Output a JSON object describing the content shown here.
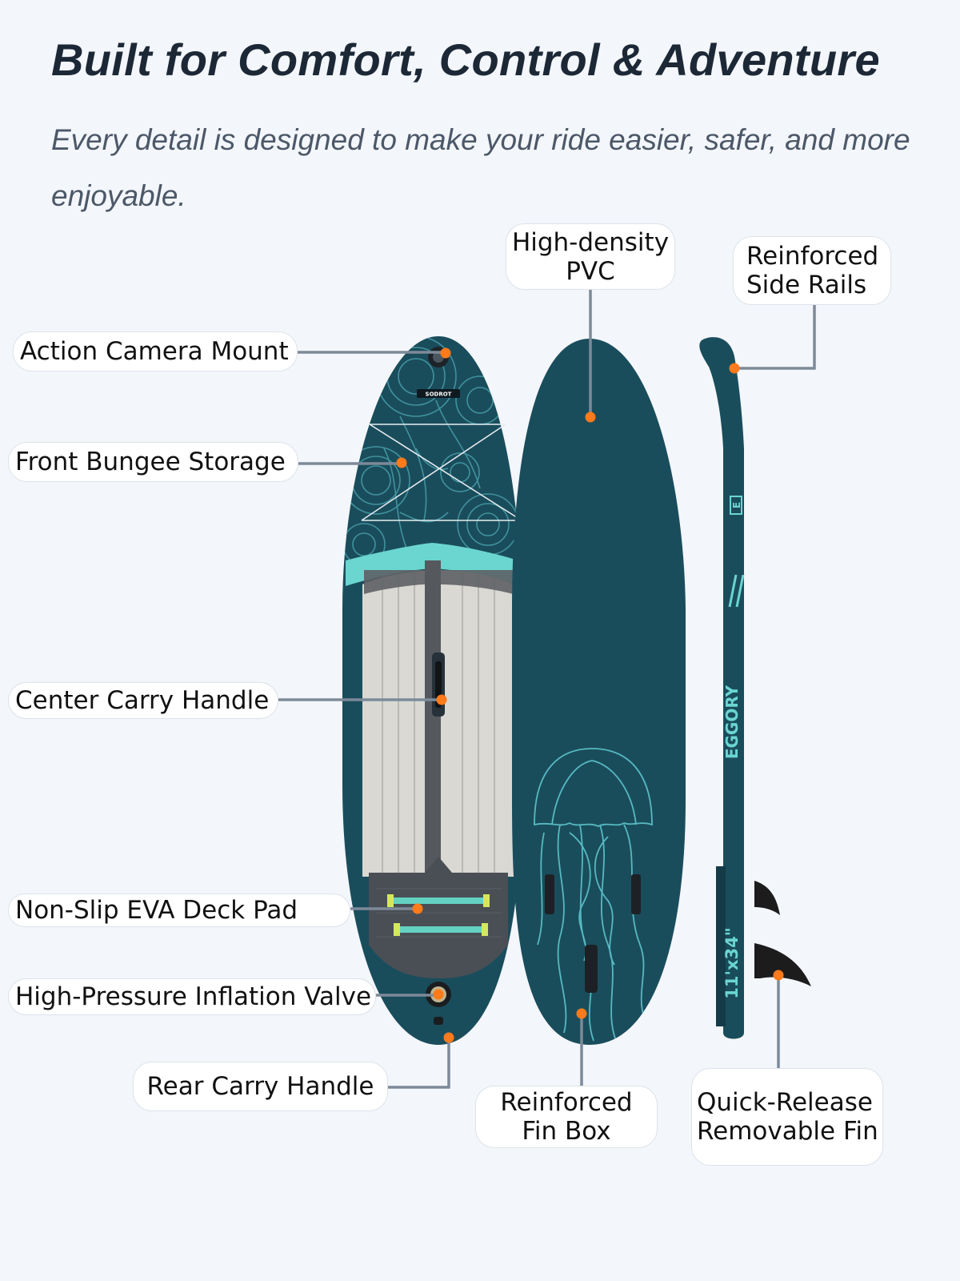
{
  "header": {
    "title": "Built for Comfort, Control & Adventure",
    "subtitle": "Every detail is designed to make your ride easier, safer, and more enjoyable."
  },
  "board_print": {
    "deck_brand": "SODROT",
    "side_brand": "EGGORY",
    "side_size": "11'x34\"",
    "side_logo": "E"
  },
  "callouts": {
    "action_camera_mount": "Action Camera Mount",
    "front_bungee_storage": "Front Bungee Storage",
    "center_carry_handle": "Center Carry Handle",
    "non_slip_eva_deck_pad": "Non-Slip EVA Deck Pad",
    "high_pressure_inflation_valve": "High-Pressure Inflation Valve",
    "rear_carry_handle": "Rear Carry Handle",
    "high_density_pvc": [
      "High-density",
      "PVC"
    ],
    "reinforced_side_rails": [
      "Reinforced",
      "Side Rails"
    ],
    "reinforced_fin_box": [
      "Reinforced",
      "Fin Box"
    ],
    "quick_release_fin": [
      "Quick-Release",
      "Removable Fin"
    ]
  },
  "colors": {
    "board": "#1a4d5c",
    "accent_teal": "#6ad6cf",
    "deck_pad": "#d9d8d3",
    "marker": "#ff7a1a",
    "leader_line": "#7d8a99"
  }
}
